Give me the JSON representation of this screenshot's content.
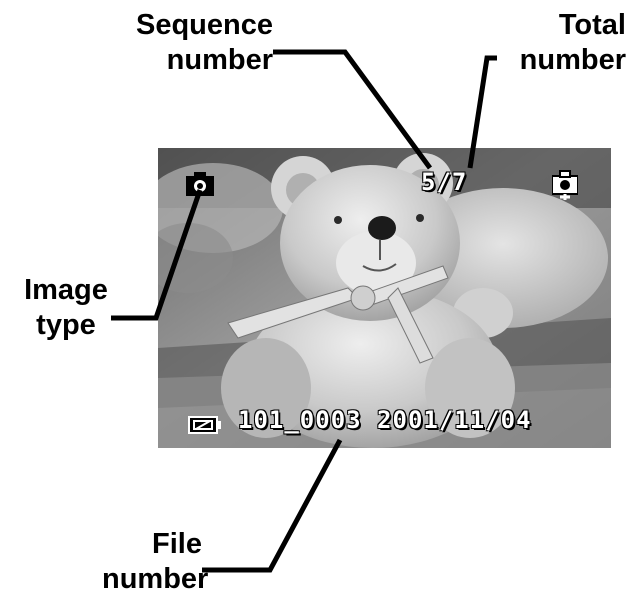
{
  "callouts": {
    "sequence_number": {
      "line1": "Sequence",
      "line2": "number"
    },
    "total_number": {
      "line1": "Total",
      "line2": "number"
    },
    "image_type": {
      "line1": "Image",
      "line2": "type"
    },
    "file_number": {
      "line1": "File",
      "line2": "number"
    }
  },
  "screen": {
    "sequence_display": "5/7",
    "file_display": "101_0003 2001/11/04",
    "icons": {
      "image_type": "camera-icon",
      "protect": "protect-icon",
      "battery": "battery-icon"
    },
    "osd_color": "#ffffff",
    "leader_color": "#000000"
  }
}
